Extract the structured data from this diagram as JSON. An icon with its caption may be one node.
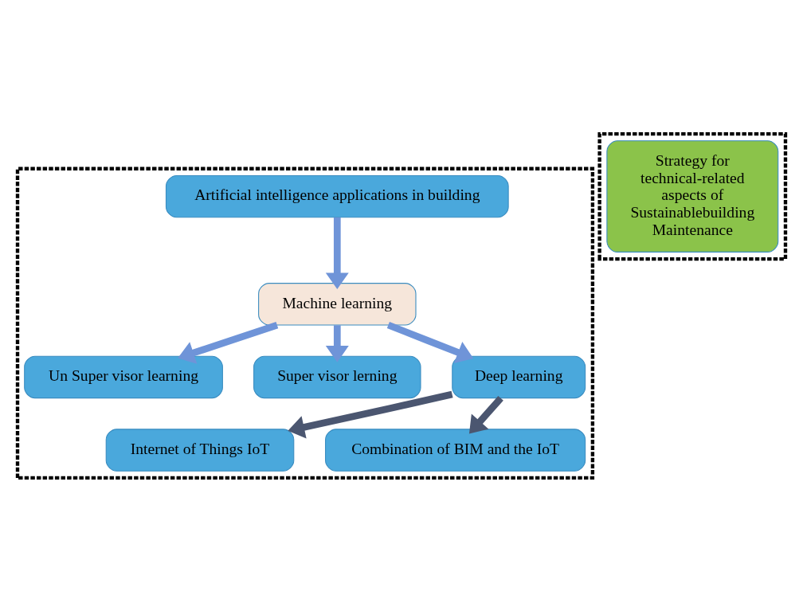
{
  "diagram": {
    "nodes": [
      {
        "text": [],
        "shape": "box"
      },
      {
        "text": [
          "Artificial intelligence applications in building"
        ],
        "in": 0
      },
      {
        "text": [
          "Un Super visor learning"
        ],
        "in": 0
      },
      {
        "text": [
          "Machine learning"
        ],
        "in": 0
      },
      {
        "text": [
          "Super visor lerning"
        ],
        "in": 0
      },
      {
        "text": [
          "Deep learning"
        ],
        "in": 0
      },
      {
        "text": [
          "Internet of Things IoT"
        ],
        "in": 0
      },
      {
        "text": [
          "Combination of BIM and the IoT"
        ],
        "in": 0
      },
      {
        "text": [],
        "shape": "box"
      },
      {
        "text": [
          "Strategy for technical-related aspects of Sustainablebuilding Maintenance"
        ],
        "in": 8
      }
    ],
    "edges": [
      {
        "from": 1,
        "to": 3,
        "arrow": "to"
      },
      {
        "from": 3,
        "to": 2,
        "arrow": "to"
      },
      {
        "from": 3,
        "to": 4,
        "arrow": "to"
      },
      {
        "from": 3,
        "to": 5,
        "arrow": "to"
      },
      {
        "from": 5,
        "to": 6,
        "arrow": "to",
        "color": "#4b5670"
      },
      {
        "from": 5,
        "to": 7,
        "arrow": "to",
        "color": "#4b5670"
      }
    ]
  }
}
